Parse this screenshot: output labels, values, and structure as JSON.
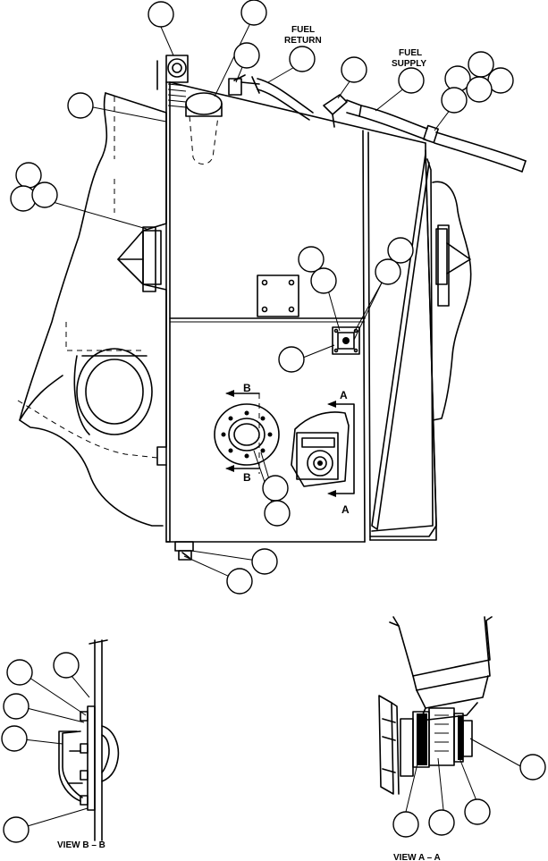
{
  "labels": {
    "fuel_return_line1": "FUEL",
    "fuel_return_line2": "RETURN",
    "fuel_supply_line1": "FUEL",
    "fuel_supply_line2": "SUPPLY",
    "section_b": "B",
    "section_a": "A",
    "view_bb": "VIEW  B – B",
    "view_aa": "VIEW  A – A"
  }
}
